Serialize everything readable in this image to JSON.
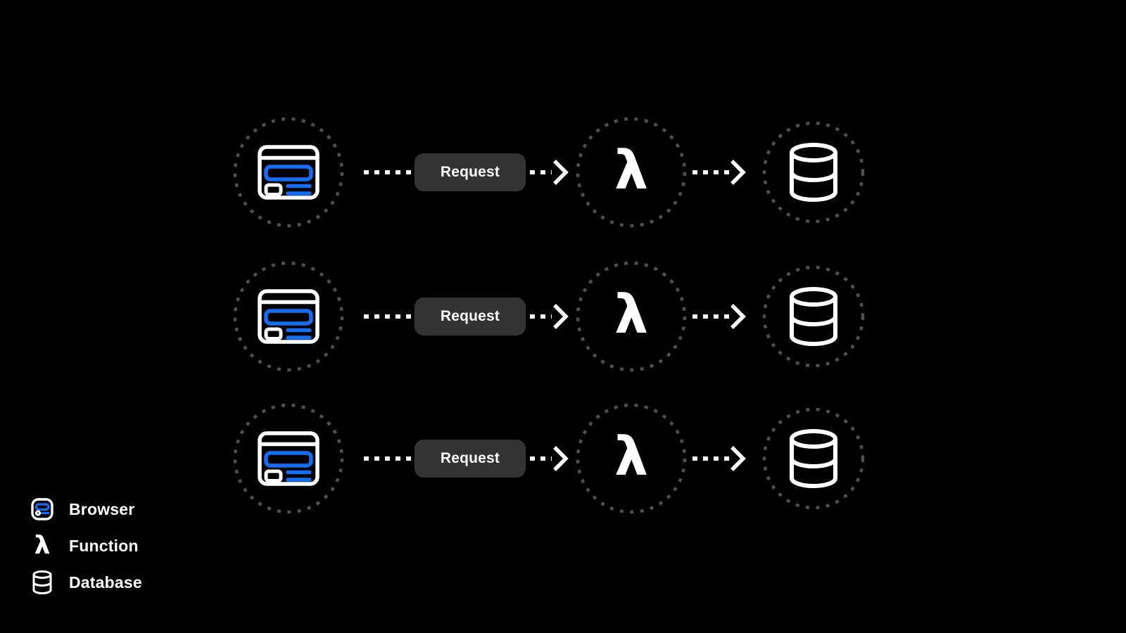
{
  "diagram": {
    "description": "Serverless request flow: browser sends request to function which talks to database",
    "rows": [
      {
        "source": "browser",
        "connector_label": "Request",
        "processor": "function",
        "target": "database"
      },
      {
        "source": "browser",
        "connector_label": "Request",
        "processor": "function",
        "target": "database"
      },
      {
        "source": "browser",
        "connector_label": "Request",
        "processor": "function",
        "target": "database"
      }
    ]
  },
  "glyphs": {
    "lambda": "λ"
  },
  "legend": {
    "items": [
      {
        "icon": "browser-icon",
        "label": "Browser"
      },
      {
        "icon": "lambda-icon",
        "label": "Function"
      },
      {
        "icon": "database-icon",
        "label": "Database"
      }
    ]
  },
  "colors": {
    "background": "#000000",
    "accent_blue": "#146ef5",
    "pill_background": "#333333",
    "ring_gray": "#4f4f4f",
    "foreground": "#ffffff"
  }
}
